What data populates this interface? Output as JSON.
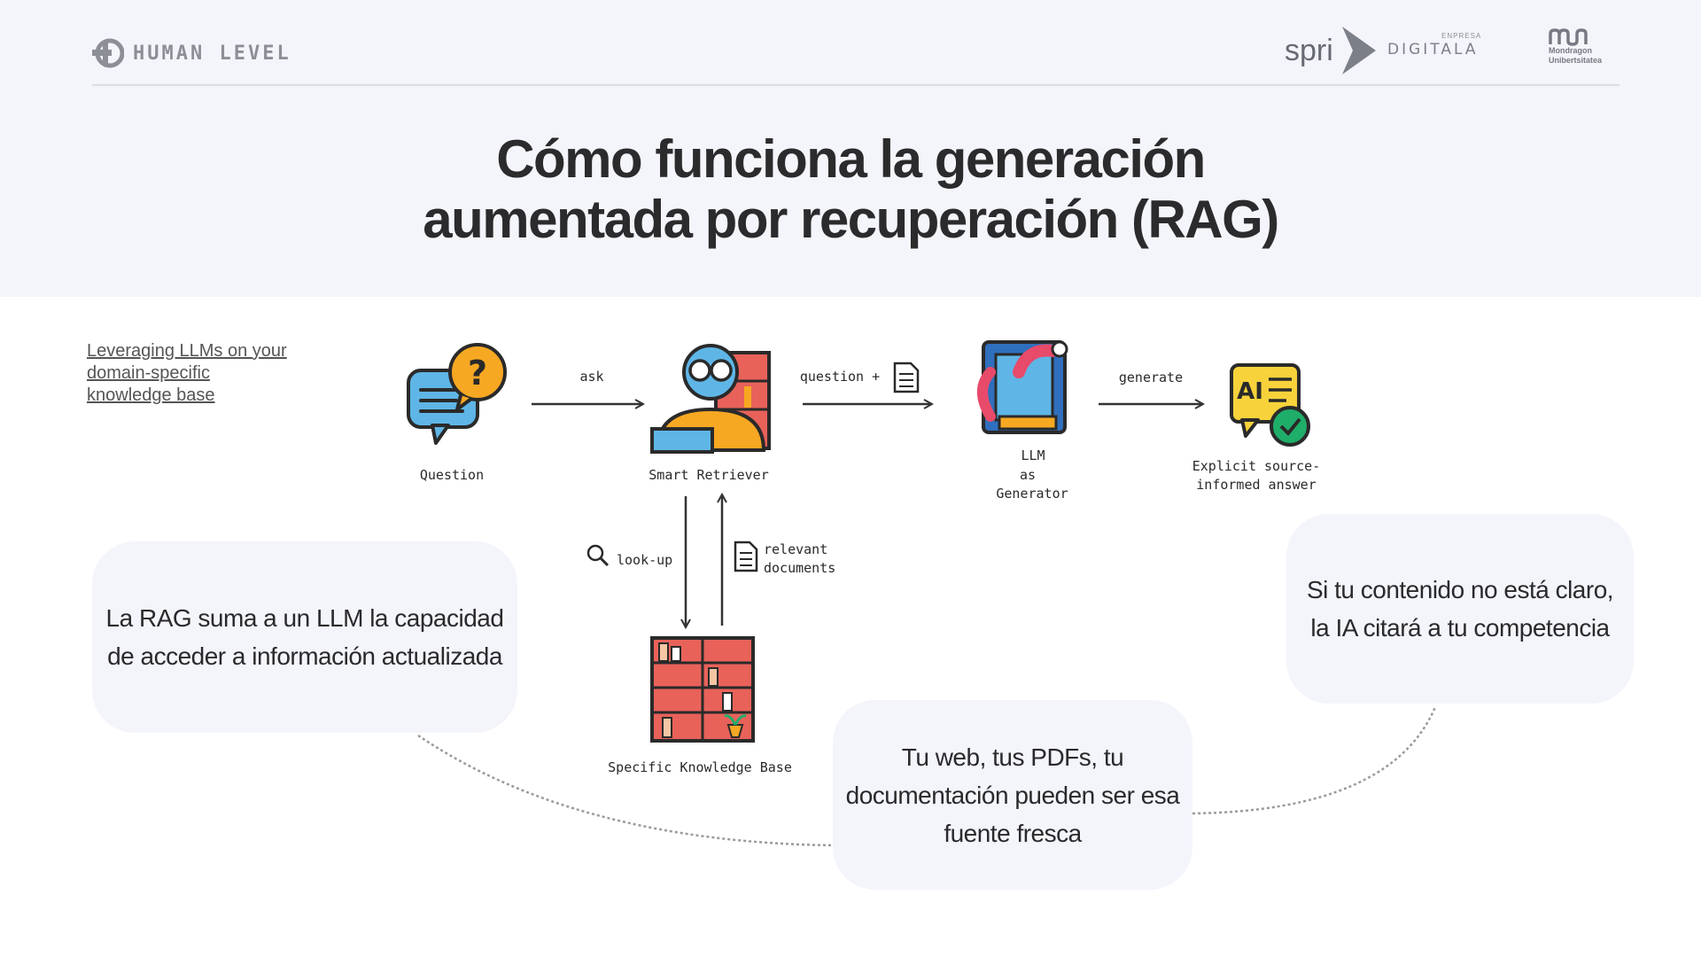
{
  "header": {
    "logo_human_level": "HUMAN LEVEL",
    "logo_spri": "spri",
    "logo_spri_sub_small": "ENPRESA",
    "logo_spri_sub": "DIGITALA",
    "logo_mondragon_line1": "Mondragon",
    "logo_mondragon_line2": "Unibertsitatea"
  },
  "title": {
    "line1": "Cómo funciona la generación",
    "line2": "aumentada por recuperación (RAG)"
  },
  "side_link": "Leveraging LLMs on your domain-specific knowledge base",
  "diagram": {
    "nodes": {
      "question": "Question",
      "retriever": "Smart Retriever",
      "llm_line1": "LLM",
      "llm_line2": "as",
      "llm_line3": "Generator",
      "answer_line1": "Explicit source-",
      "answer_line2": "informed answer",
      "kb": "Specific Knowledge Base"
    },
    "edges": {
      "ask": "ask",
      "question_plus": "question +",
      "generate": "generate",
      "lookup": "look-up",
      "relevant_line1": "relevant",
      "relevant_line2": "documents"
    },
    "answer_icon_text": "AI"
  },
  "bubbles": {
    "left": "La RAG suma a un LLM la capacidad de acceder a información actualizada",
    "middle": "Tu web, tus PDFs, tu documentación pueden ser esa fuente fresca",
    "right": "Si tu contenido no está claro, la IA citará a tu competencia"
  },
  "colors": {
    "band_bg": "#f4f5fa",
    "bubble_bg": "#f4f5fb",
    "title_text": "#2b2b2d",
    "icon_orange": "#f7a823",
    "icon_blue": "#5fb6e6",
    "icon_red": "#e8625a",
    "icon_green": "#1fae6a"
  }
}
